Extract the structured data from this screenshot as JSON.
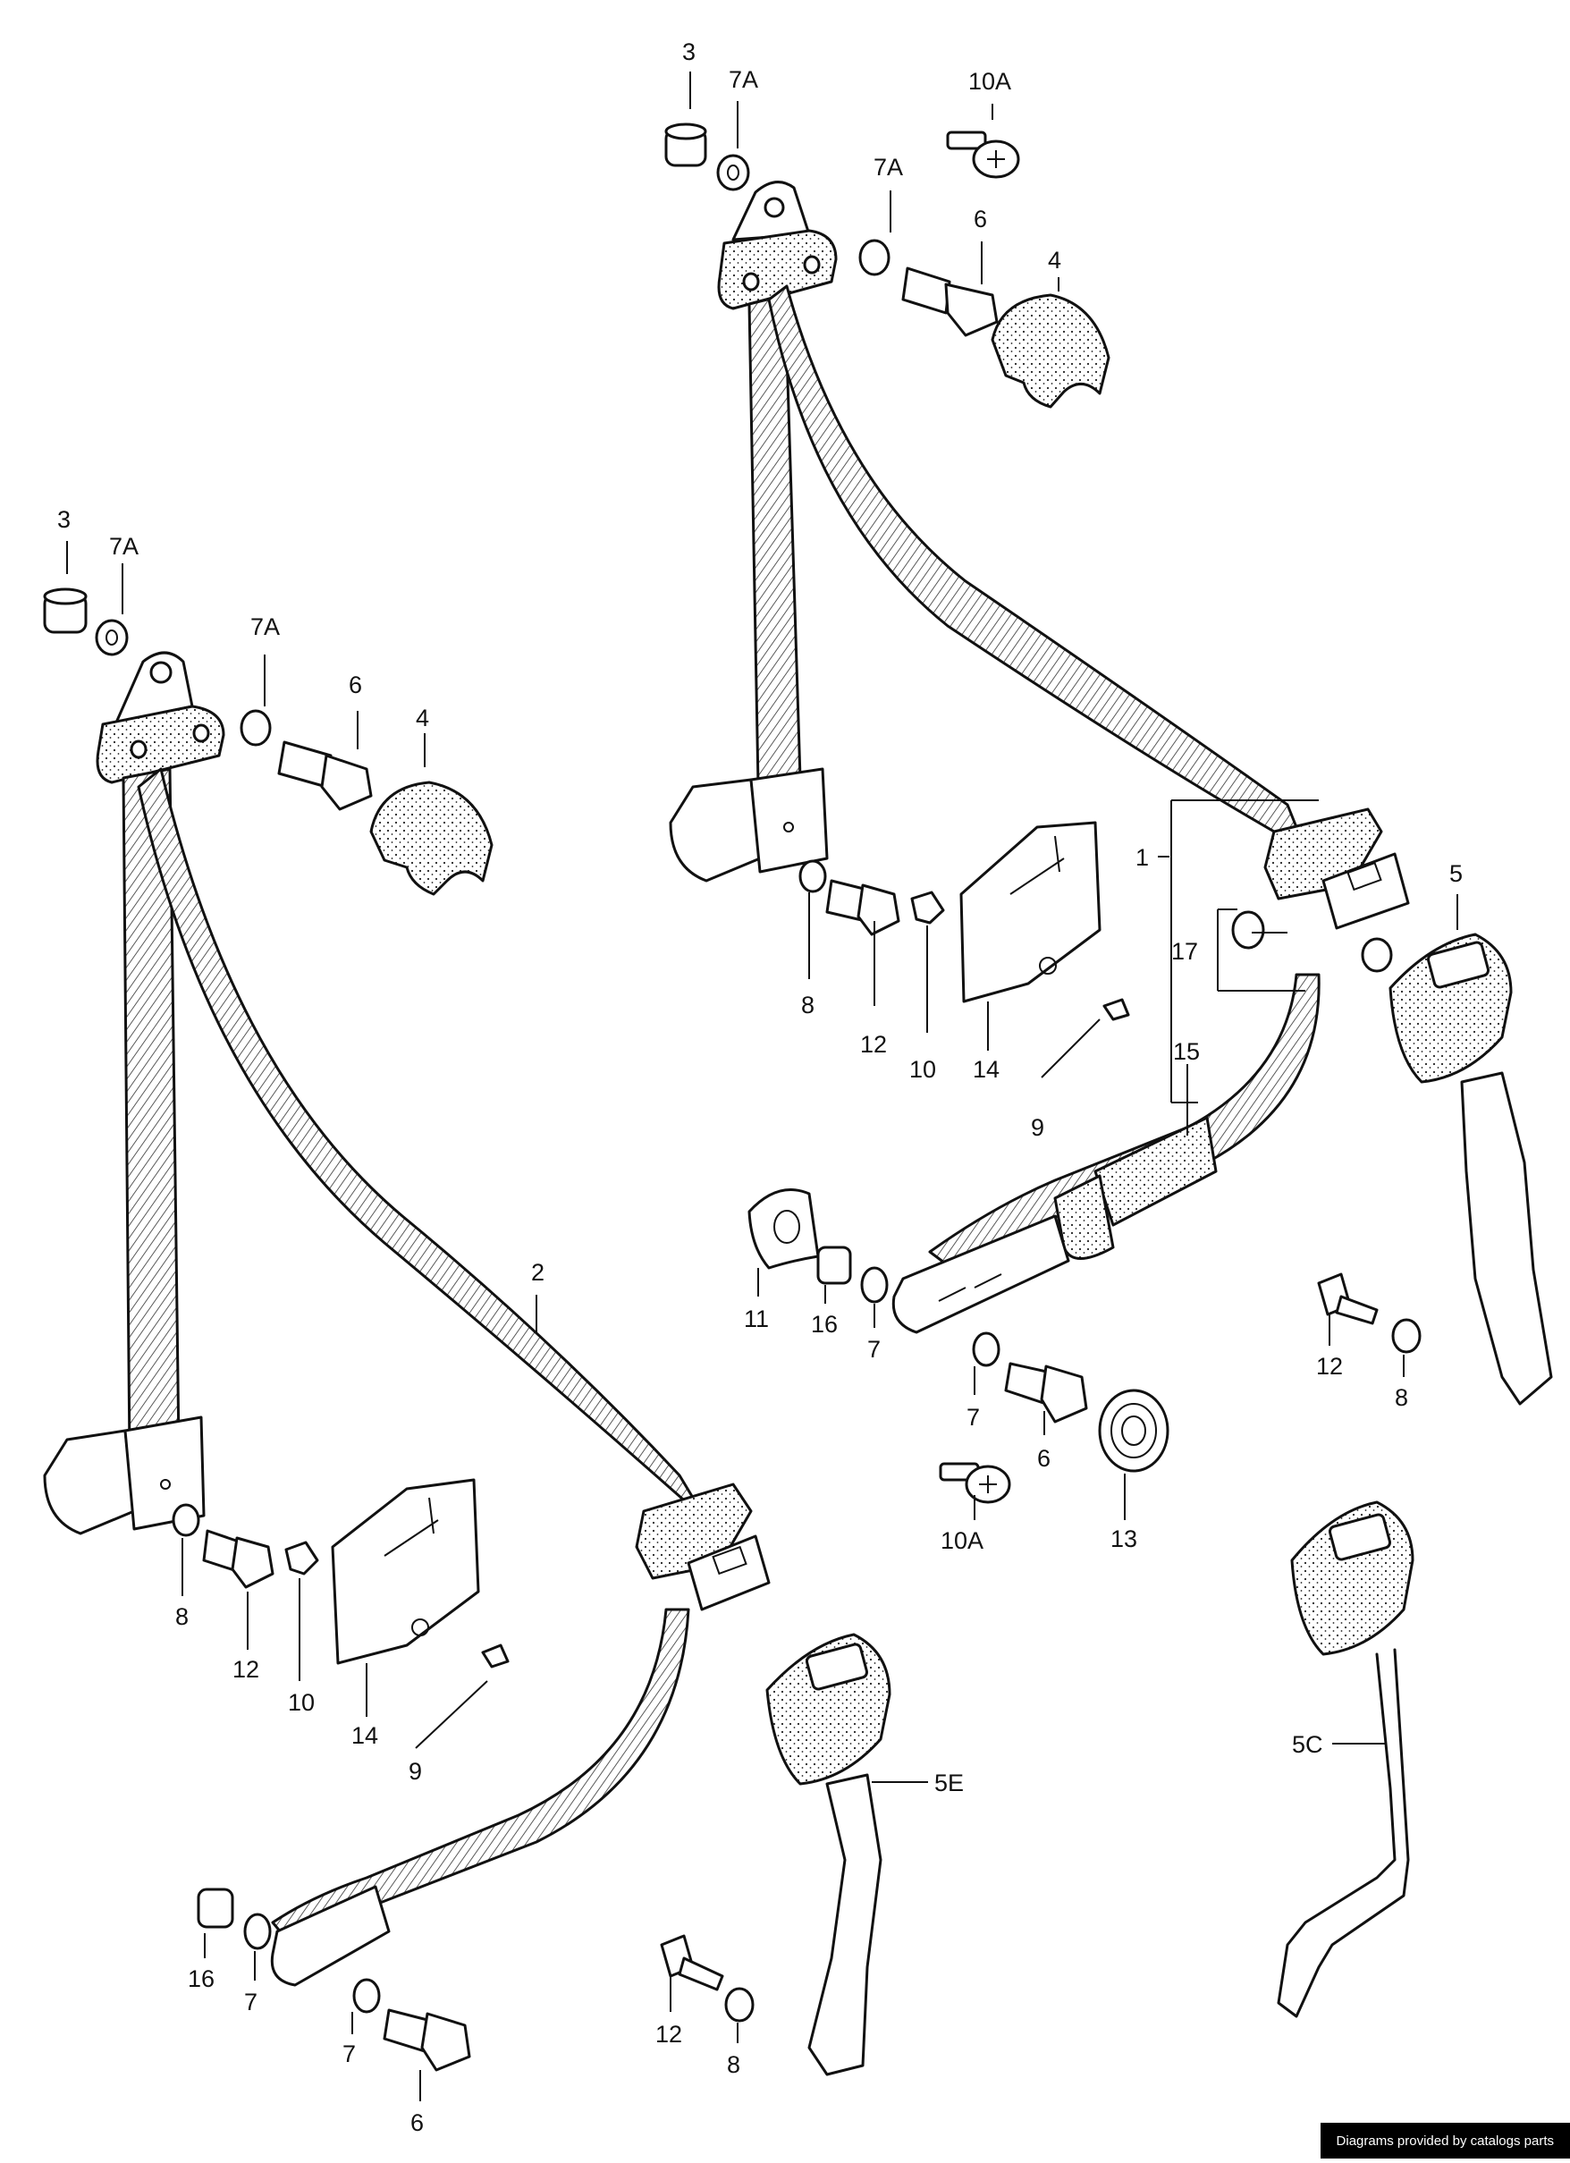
{
  "callouts": {
    "r_3": "3",
    "r_7a_top": "7A",
    "r_10a_top": "10A",
    "r_7a_mid": "7A",
    "r_6_top": "6",
    "r_4": "4",
    "r_1": "1",
    "r_5": "5",
    "r_17": "17",
    "r_8": "8",
    "r_12": "12",
    "r_10": "10",
    "r_14": "14",
    "r_9": "9",
    "r_15": "15",
    "r_11": "11",
    "r_16": "16",
    "r_7_a": "7",
    "r_7_b": "7",
    "r_6_b": "6",
    "r_13": "13",
    "r_10a_b": "10A",
    "r_12_b": "12",
    "r_8_b": "8",
    "l_3": "3",
    "l_7a_top": "7A",
    "l_7a_mid": "7A",
    "l_6": "6",
    "l_4": "4",
    "l_2": "2",
    "l_8": "8",
    "l_12": "12",
    "l_10": "10",
    "l_14": "14",
    "l_9": "9",
    "l_5e": "5E",
    "l_16": "16",
    "l_7_a": "7",
    "l_7_b": "7",
    "l_6_b": "6",
    "l_12_b": "12",
    "l_8_b": "8",
    "c_5c": "5C"
  },
  "footer": {
    "text": "Diagrams provided by catalogs parts"
  }
}
